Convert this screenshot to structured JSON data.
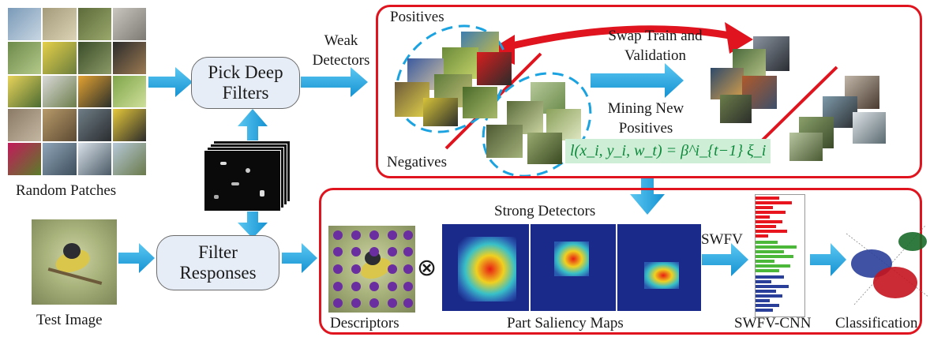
{
  "labels": {
    "random_patches": "Random Patches",
    "test_image": "Test Image",
    "pick_deep_filters": "Pick Deep Filters",
    "filter_responses": "Filter Responses",
    "weak_detectors": "Weak Detectors",
    "positives": "Positives",
    "negatives": "Negatives",
    "swap_train_validation": "Swap Train and Validation",
    "mining_new_positives": "Mining New Positives",
    "formula": "l(x_i, y_i, w_t) = β^i_{t−1} ξ_i",
    "strong_detectors": "Strong Detectors",
    "descriptors": "Descriptors",
    "part_saliency_maps": "Part Saliency Maps",
    "swfv": "SWFV",
    "swfv_cnn": "SWFV-CNN",
    "classification": "Classification",
    "otimes": "⊗"
  },
  "colors": {
    "arrow_blue": "#1aa3e0",
    "panel_red": "#e0141e",
    "dashed_cyan": "#1aa3e0",
    "node_fill": "#e6edf6",
    "formula_bg": "#cfeed6",
    "formula_text": "#0d8a3c",
    "heatmap_bg": "#1a2a8a",
    "bar_red": "#e8141e",
    "bar_green": "#4cb83a",
    "bar_blue": "#2a3f9a",
    "dot_purple": "#6a2ea0"
  },
  "icons": [
    "bird-photo-grid",
    "bird-patch-cluster",
    "filter-response-stack",
    "heatmap",
    "histogram",
    "scatter-plot"
  ]
}
